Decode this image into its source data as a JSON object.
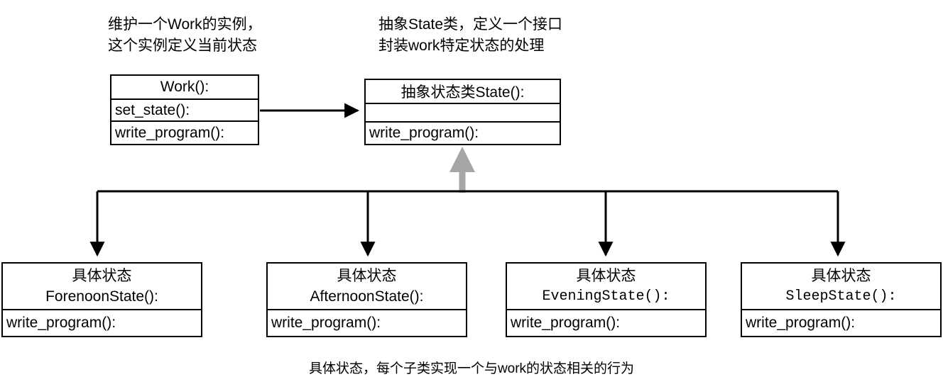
{
  "diagram": {
    "title_note_left": "维护一个Work的实例，\n这个实例定义当前状态",
    "title_note_right": "抽象State类，定义一个接口\n封装work特定状态的处理",
    "bottom_caption": "具体状态，每个子类实现一个与work的状态相关的行为",
    "colors": {
      "stroke": "#000000",
      "background": "#ffffff",
      "inheritance_arrow": "#a6a6a6"
    },
    "classes": {
      "work": {
        "name": "Work():",
        "attributes": "set_state():",
        "operations": "write_program():"
      },
      "state": {
        "name": "抽象状态类State():",
        "attributes": "",
        "operations": "write_program():"
      },
      "concrete_states": [
        {
          "stereotype": "具体状态",
          "name": "ForenoonState():",
          "operations": "write_program():",
          "name_font": "sans"
        },
        {
          "stereotype": "具体状态",
          "name": "AfternoonState():",
          "operations": "write_program():",
          "name_font": "sans"
        },
        {
          "stereotype": "具体状态",
          "name": "EveningState():",
          "operations": "write_program():",
          "name_font": "mono"
        },
        {
          "stereotype": "具体状态",
          "name": "SleepState():",
          "operations": "write_program():",
          "name_font": "mono"
        }
      ]
    },
    "relations": {
      "association": {
        "from": "work",
        "to": "state",
        "style": "solid-arrow"
      },
      "generalization": {
        "from": "concrete_states",
        "to": "state",
        "style": "hollow-bus"
      }
    }
  }
}
